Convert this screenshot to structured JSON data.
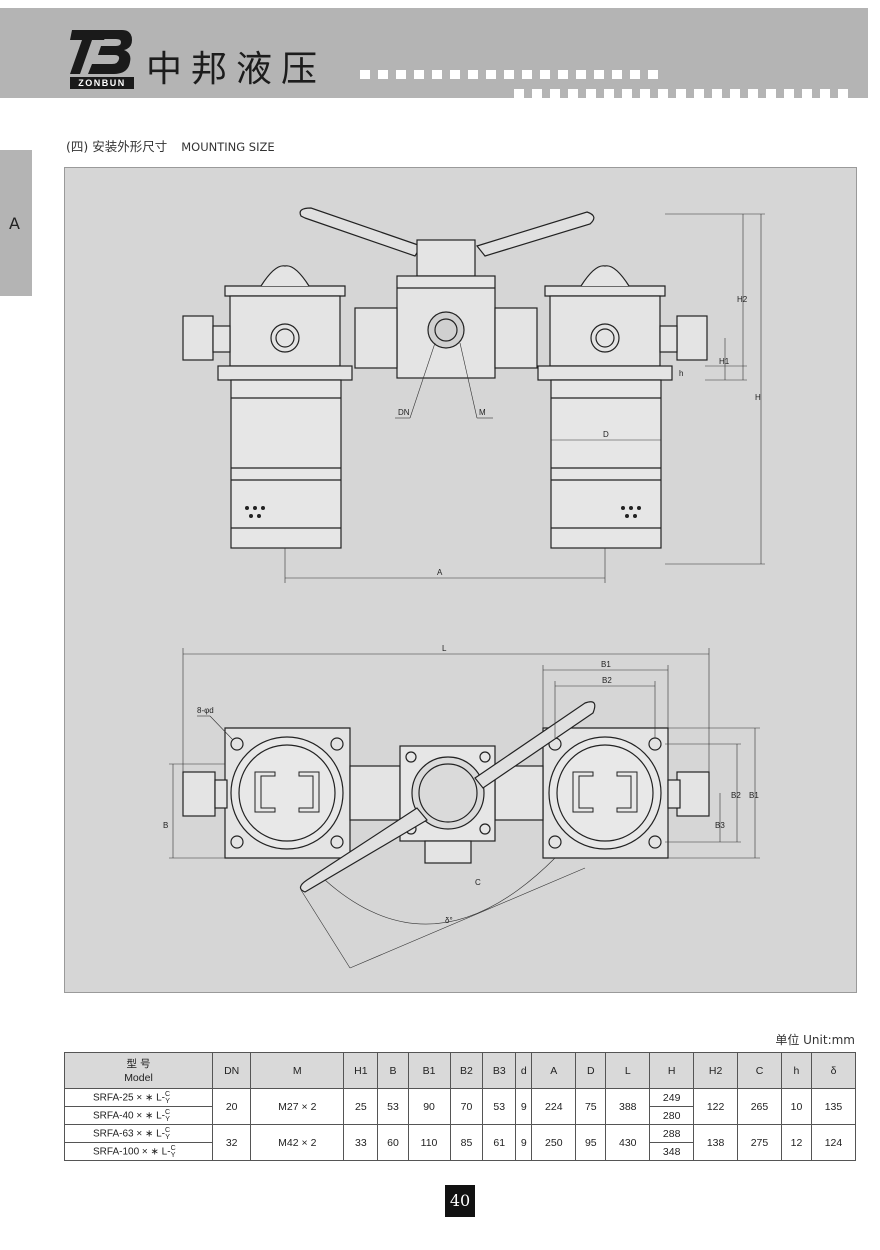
{
  "header": {
    "logo_text": "ZONBUN",
    "brand_name": "中邦液压"
  },
  "side_tab": {
    "label": "A"
  },
  "section": {
    "title_cn": "(四) 安装外形尺寸",
    "title_en": "MOUNTING SIZE"
  },
  "drawing": {
    "labels": {
      "DN": "DN",
      "M": "M",
      "D": "D",
      "A": "A",
      "H": "H",
      "H1": "H1",
      "H2": "H2",
      "h": "h",
      "L": "L",
      "B1": "B1",
      "B2": "B2",
      "B3": "B3",
      "B": "B",
      "C": "C",
      "d": "8-φd",
      "delta": "δ°"
    }
  },
  "unit_label": "单位 Unit:mm",
  "table": {
    "header_model_cn": "型 号",
    "header_model_en": "Model",
    "columns": [
      "DN",
      "M",
      "H1",
      "B",
      "B1",
      "B2",
      "B3",
      "d",
      "A",
      "D",
      "L",
      "H",
      "H2",
      "C",
      "h",
      "δ"
    ],
    "frac_top": "C",
    "frac_bottom": "Y",
    "groups": [
      {
        "models": [
          "SRFA-25 × ∗ L-",
          "SRFA-40 × ∗ L-"
        ],
        "DN": "20",
        "M": "M27 × 2",
        "H1": "25",
        "B": "53",
        "B1": "90",
        "B2": "70",
        "B3": "53",
        "d": "9",
        "A": "224",
        "D": "75",
        "L": "388",
        "H": [
          "249",
          "280"
        ],
        "H2": "122",
        "C": "265",
        "h": "10",
        "delta": "135"
      },
      {
        "models": [
          "SRFA-63 × ∗ L-",
          "SRFA-100 × ∗ L-"
        ],
        "DN": "32",
        "M": "M42 × 2",
        "H1": "33",
        "B": "60",
        "B1": "110",
        "B2": "85",
        "B3": "61",
        "d": "9",
        "A": "250",
        "D": "95",
        "L": "430",
        "H": [
          "288",
          "348"
        ],
        "H2": "138",
        "C": "275",
        "h": "12",
        "delta": "124"
      }
    ]
  },
  "page_number": "40"
}
